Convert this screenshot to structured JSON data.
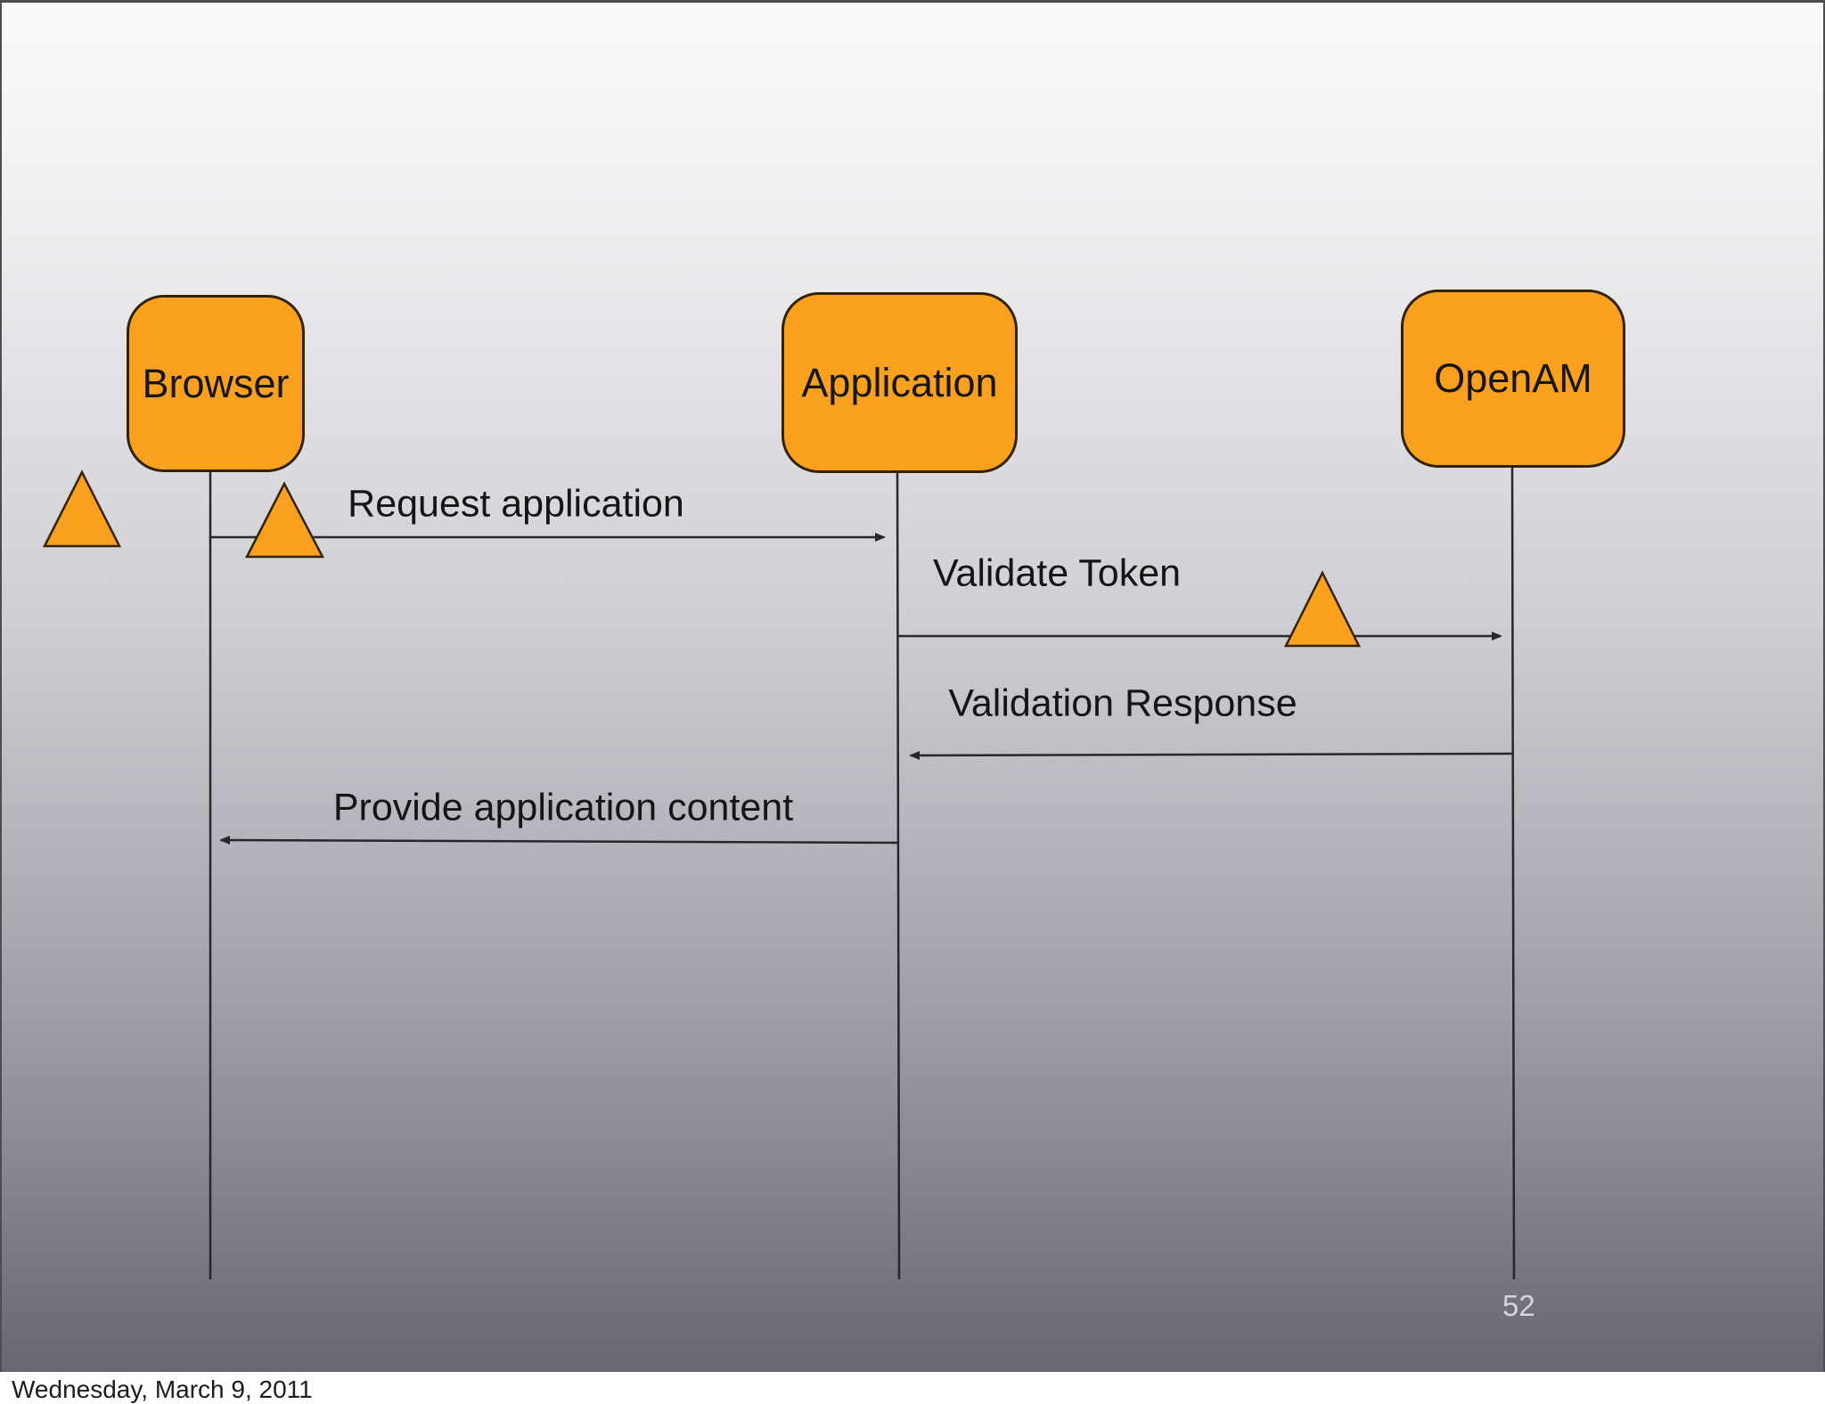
{
  "slide": {
    "page_number": "52",
    "footer_date": "Wednesday, March 9, 2011",
    "actors": [
      {
        "id": "browser",
        "label": "Browser"
      },
      {
        "id": "application",
        "label": "Application"
      },
      {
        "id": "openam",
        "label": "OpenAM"
      }
    ],
    "messages": [
      {
        "label": "Request application",
        "from": "browser",
        "to": "application",
        "direction": "right"
      },
      {
        "label": "Validate Token",
        "from": "application",
        "to": "openam",
        "direction": "right"
      },
      {
        "label": "Validation Response",
        "from": "openam",
        "to": "application",
        "direction": "left"
      },
      {
        "label": "Provide application content",
        "from": "application",
        "to": "browser",
        "direction": "left"
      }
    ],
    "markers": [
      {
        "name": "triangle-marker-left-of-browser"
      },
      {
        "name": "triangle-marker-on-request-arrow"
      },
      {
        "name": "triangle-marker-on-validate-arrow"
      }
    ],
    "colors": {
      "actor_fill": "#F9A11E",
      "actor_border": "#332200",
      "line": "#26262B",
      "text": "#151515",
      "page_number": "#D6D5DE",
      "footer_bg": "#FFFFFF",
      "footer_text": "#1C1C1C",
      "gradient_top": "#FBFBFB",
      "gradient_bottom": "#686771"
    }
  }
}
